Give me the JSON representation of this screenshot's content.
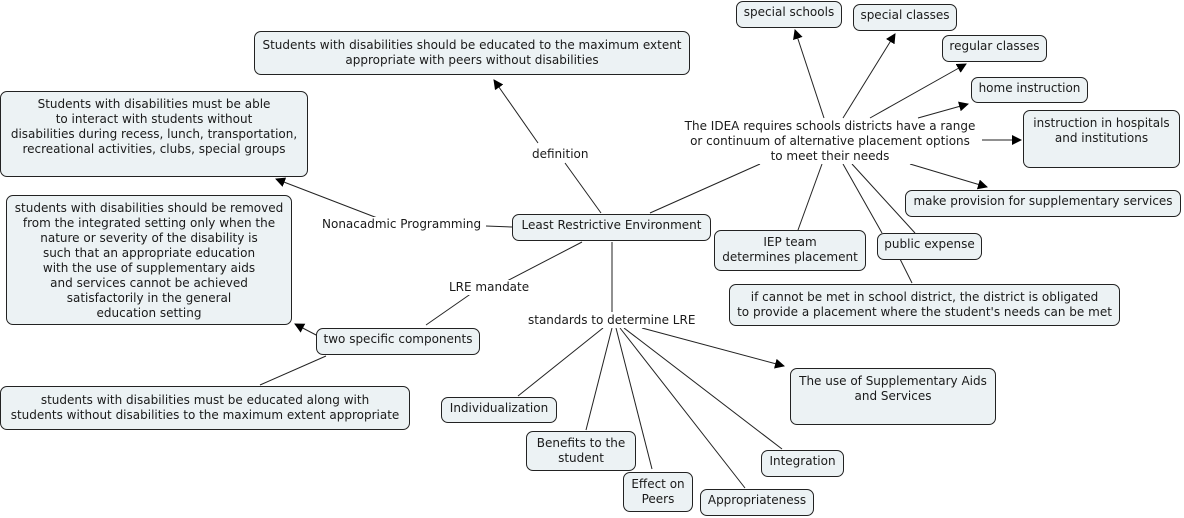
{
  "concept_map": {
    "root": "Least Restrictive Environment",
    "definition": {
      "link": "definition",
      "text": "Students with disabilities should be educated to the maximum extent\nappropriate with peers without disabilities"
    },
    "nonacademic": {
      "link": "Nonacadmic Programming",
      "text": "Students with disabilities must be able\nto interact with students without\ndisabilities during recess, lunch, transportation,\nrecreational activities, clubs, special groups"
    },
    "mandate": {
      "link": "LRE mandate",
      "components": "two specific components",
      "component_removed": "students with disabilities should be removed\nfrom the integrated setting only when the\nnature or severity of the disability is\nsuch that an appropriate education\nwith the use of supplementary aids\nand services cannot be achieved\nsatisfactorily in the general\neducation setting",
      "component_educated": "students with disabilities must be educated along with\nstudents without disabilities to the maximum extent appropriate"
    },
    "standards": {
      "link": "standards to determine LRE",
      "items": [
        "Individualization",
        "Benefits to the\nstudent",
        "Effect on\nPeers",
        "Appropriateness",
        "Integration",
        "The use of Supplementary Aids\nand Services"
      ]
    },
    "idea": {
      "link": "The IDEA requires schools districts have a range\nor continuum of alternative placement options\nto meet their needs",
      "placements": [
        "special schools",
        "special classes",
        "regular classes",
        "home instruction",
        "instruction in hospitals\nand institutions",
        "make provision for supplementary services"
      ],
      "iep": "IEP team\ndetermines placement",
      "public_expense": "public expense",
      "obligation": "if cannot be met in school district, the district is obligated\nto provide a placement where the student's needs can be met"
    }
  }
}
